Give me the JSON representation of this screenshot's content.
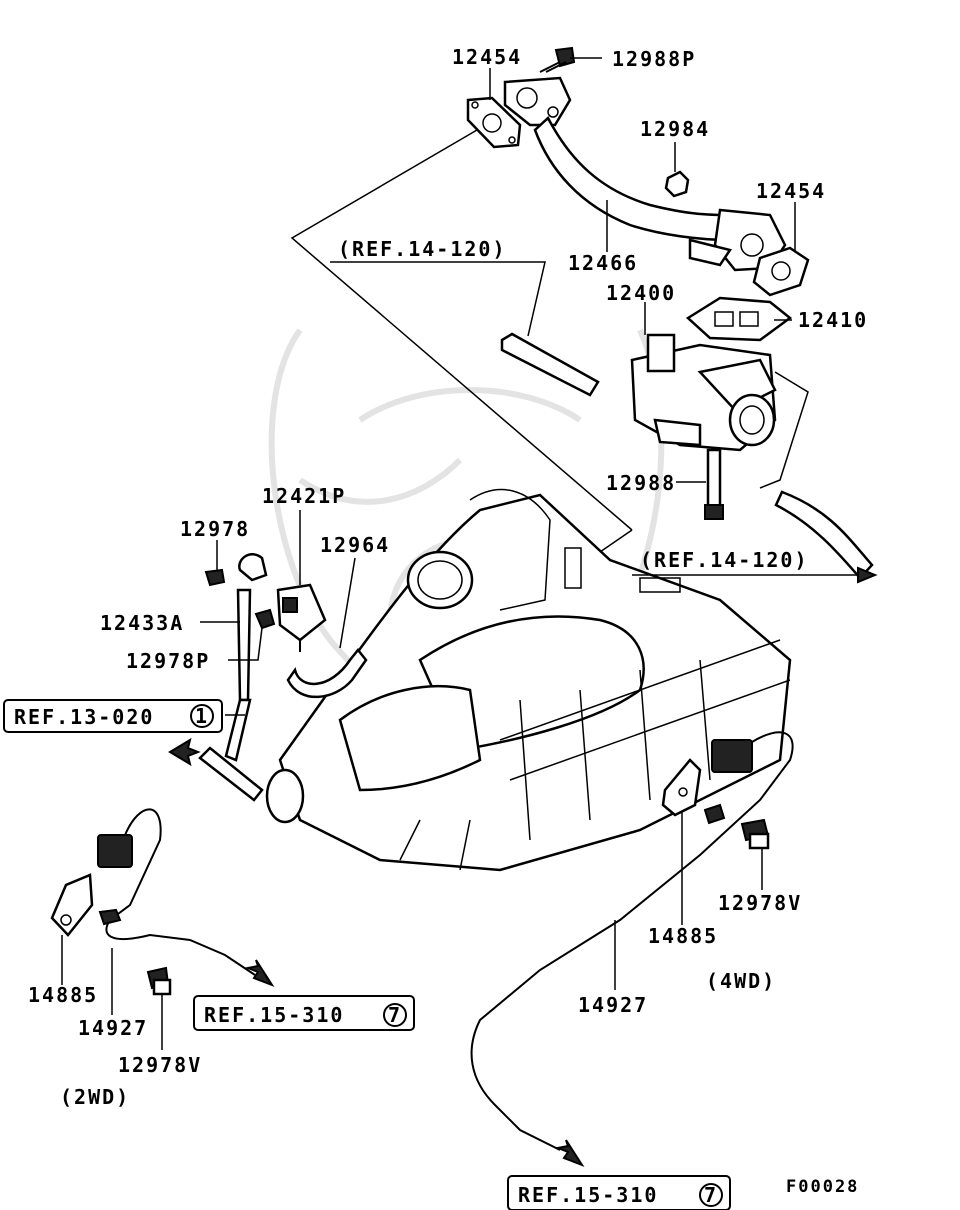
{
  "part_numbers": {
    "p12454_top": "12454",
    "p12988P": "12988P",
    "p12984": "12984",
    "p12454_right": "12454",
    "p12466": "12466",
    "p12400": "12400",
    "p12410": "12410",
    "p12988": "12988",
    "p12421P": "12421P",
    "p12978": "12978",
    "p12964": "12964",
    "p12433A": "12433A",
    "p12978P": "12978P",
    "p14885_left": "14885",
    "p14927_left": "14927",
    "p12978V_left": "12978V",
    "p12978V_right": "12978V",
    "p14885_right": "14885",
    "p14927_right": "14927"
  },
  "references": {
    "ref_14_120_top": "(REF.14-120)",
    "ref_14_120_right": "(REF.14-120)",
    "ref_13_020": "REF.13-020",
    "ref_13_020_num": "1",
    "ref_15_310_left": "REF.15-310",
    "ref_15_310_left_num": "7",
    "ref_15_310_bottom": "REF.15-310",
    "ref_15_310_bottom_num": "7"
  },
  "variants": {
    "two_wd": "(2WD)",
    "four_wd": "(4WD)"
  },
  "figure_code": "F00028"
}
